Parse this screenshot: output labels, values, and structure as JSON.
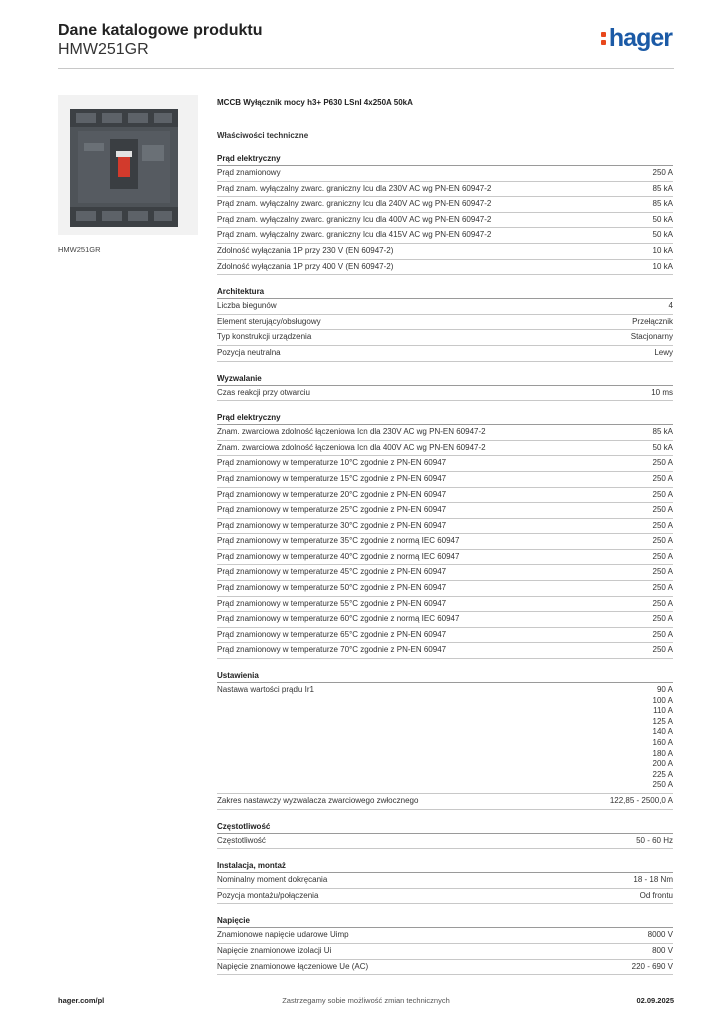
{
  "header": {
    "title": "Dane katalogowe produktu",
    "subtitle": "HMW251GR",
    "logo": "hager",
    "logo_color": "#1b5aa6",
    "logo_accent": "#e8481c"
  },
  "image": {
    "caption": "HMW251GR"
  },
  "product_name": "MCCB Wyłącznik mocy h3+ P630 LSnI 4x250A 50kA",
  "props_heading": "Właściwości techniczne",
  "sections": [
    {
      "title": "Prąd elektryczny",
      "rows": [
        {
          "label": "Prąd znamionowy",
          "value": "250 A"
        },
        {
          "label": "Prąd znam. wyłączalny zwarc. graniczny Icu dla 230V AC wg PN-EN 60947-2",
          "value": "85 kA"
        },
        {
          "label": "Prąd znam. wyłączalny zwarc. graniczny Icu dla 240V AC wg PN-EN 60947-2",
          "value": "85 kA"
        },
        {
          "label": "Prąd znam. wyłączalny zwarc. graniczny Icu dla 400V AC wg PN-EN 60947-2",
          "value": "50 kA"
        },
        {
          "label": "Prąd znam. wyłączalny zwarc. graniczny Icu dla 415V AC wg PN-EN 60947-2",
          "value": "50 kA"
        },
        {
          "label": "Zdolność wyłączania 1P przy 230 V (EN 60947-2)",
          "value": "10 kA"
        },
        {
          "label": "Zdolność wyłączania 1P przy 400 V (EN 60947-2)",
          "value": "10 kA"
        }
      ]
    },
    {
      "title": "Architektura",
      "rows": [
        {
          "label": "Liczba biegunów",
          "value": "4"
        },
        {
          "label": "Element sterujący/obsługowy",
          "value": "Przełącznik"
        },
        {
          "label": "Typ konstrukcji urządzenia",
          "value": "Stacjonarny"
        },
        {
          "label": "Pozycja neutralna",
          "value": "Lewy"
        }
      ]
    },
    {
      "title": "Wyzwalanie",
      "rows": [
        {
          "label": "Czas reakcji przy otwarciu",
          "value": "10 ms"
        }
      ]
    },
    {
      "title": "Prąd elektryczny",
      "rows": [
        {
          "label": "Znam. zwarciowa zdolność łączeniowa Icn dla 230V AC wg PN-EN 60947-2",
          "value": "85 kA"
        },
        {
          "label": "Znam. zwarciowa zdolność łączeniowa Icn dla 400V AC wg PN-EN 60947-2",
          "value": "50 kA"
        },
        {
          "label": "Prąd znamionowy w temperaturze 10°C zgodnie z PN-EN 60947",
          "value": "250 A"
        },
        {
          "label": "Prąd znamionowy w temperaturze 15°C zgodnie z PN-EN 60947",
          "value": "250 A"
        },
        {
          "label": "Prąd znamionowy w temperaturze 20°C zgodnie z PN-EN 60947",
          "value": "250 A"
        },
        {
          "label": "Prąd znamionowy w temperaturze 25°C zgodnie z PN-EN 60947",
          "value": "250 A"
        },
        {
          "label": "Prąd znamionowy w temperaturze 30°C zgodnie z PN-EN 60947",
          "value": "250 A"
        },
        {
          "label": "Prąd znamionowy w temperaturze 35°C zgodnie z normą IEC 60947",
          "value": "250 A"
        },
        {
          "label": "Prąd znamionowy w temperaturze 40°C zgodnie z normą IEC 60947",
          "value": "250 A"
        },
        {
          "label": "Prąd znamionowy w temperaturze 45°C zgodnie z PN-EN 60947",
          "value": "250 A"
        },
        {
          "label": "Prąd znamionowy w temperaturze 50°C zgodnie z PN-EN 60947",
          "value": "250 A"
        },
        {
          "label": "Prąd znamionowy w temperaturze 55°C zgodnie z PN-EN 60947",
          "value": "250 A"
        },
        {
          "label": "Prąd znamionowy w temperaturze 60°C zgodnie z normą IEC 60947",
          "value": "250 A"
        },
        {
          "label": "Prąd znamionowy w temperaturze 65°C zgodnie z PN-EN 60947",
          "value": "250 A"
        },
        {
          "label": "Prąd znamionowy w temperaturze 70°C zgodnie z PN-EN 60947",
          "value": "250 A"
        }
      ]
    },
    {
      "title": "Ustawienia",
      "rows": [
        {
          "label": "Nastawa wartości prądu Ir1",
          "values": [
            "90 A",
            "100 A",
            "110 A",
            "125 A",
            "140 A",
            "160 A",
            "180 A",
            "200 A",
            "225 A",
            "250 A"
          ]
        },
        {
          "label": "Zakres nastawczy wyzwalacza zwarciowego zwłocznego",
          "value": "122,85 - 2500,0 A"
        }
      ]
    },
    {
      "title": "Częstotliwość",
      "rows": [
        {
          "label": "Częstotliwość",
          "value": "50 - 60 Hz"
        }
      ]
    },
    {
      "title": "Instalacja, montaż",
      "rows": [
        {
          "label": "Nominalny moment dokręcania",
          "value": "18 - 18 Nm"
        },
        {
          "label": "Pozycja montażu/połączenia",
          "value": "Od frontu"
        }
      ]
    },
    {
      "title": "Napięcie",
      "rows": [
        {
          "label": "Znamionowe napięcie udarowe Uimp",
          "value": "8000 V"
        },
        {
          "label": "Napięcie znamionowe izolacji Ui",
          "value": "800 V"
        },
        {
          "label": "Napięcie znamionowe łączeniowe Ue (AC)",
          "value": "220 - 690 V"
        }
      ]
    }
  ],
  "footer": {
    "left": "hager.com/pl",
    "center": "Zastrzegamy sobie możliwość zmian technicznych",
    "right": "02.09.2025"
  }
}
